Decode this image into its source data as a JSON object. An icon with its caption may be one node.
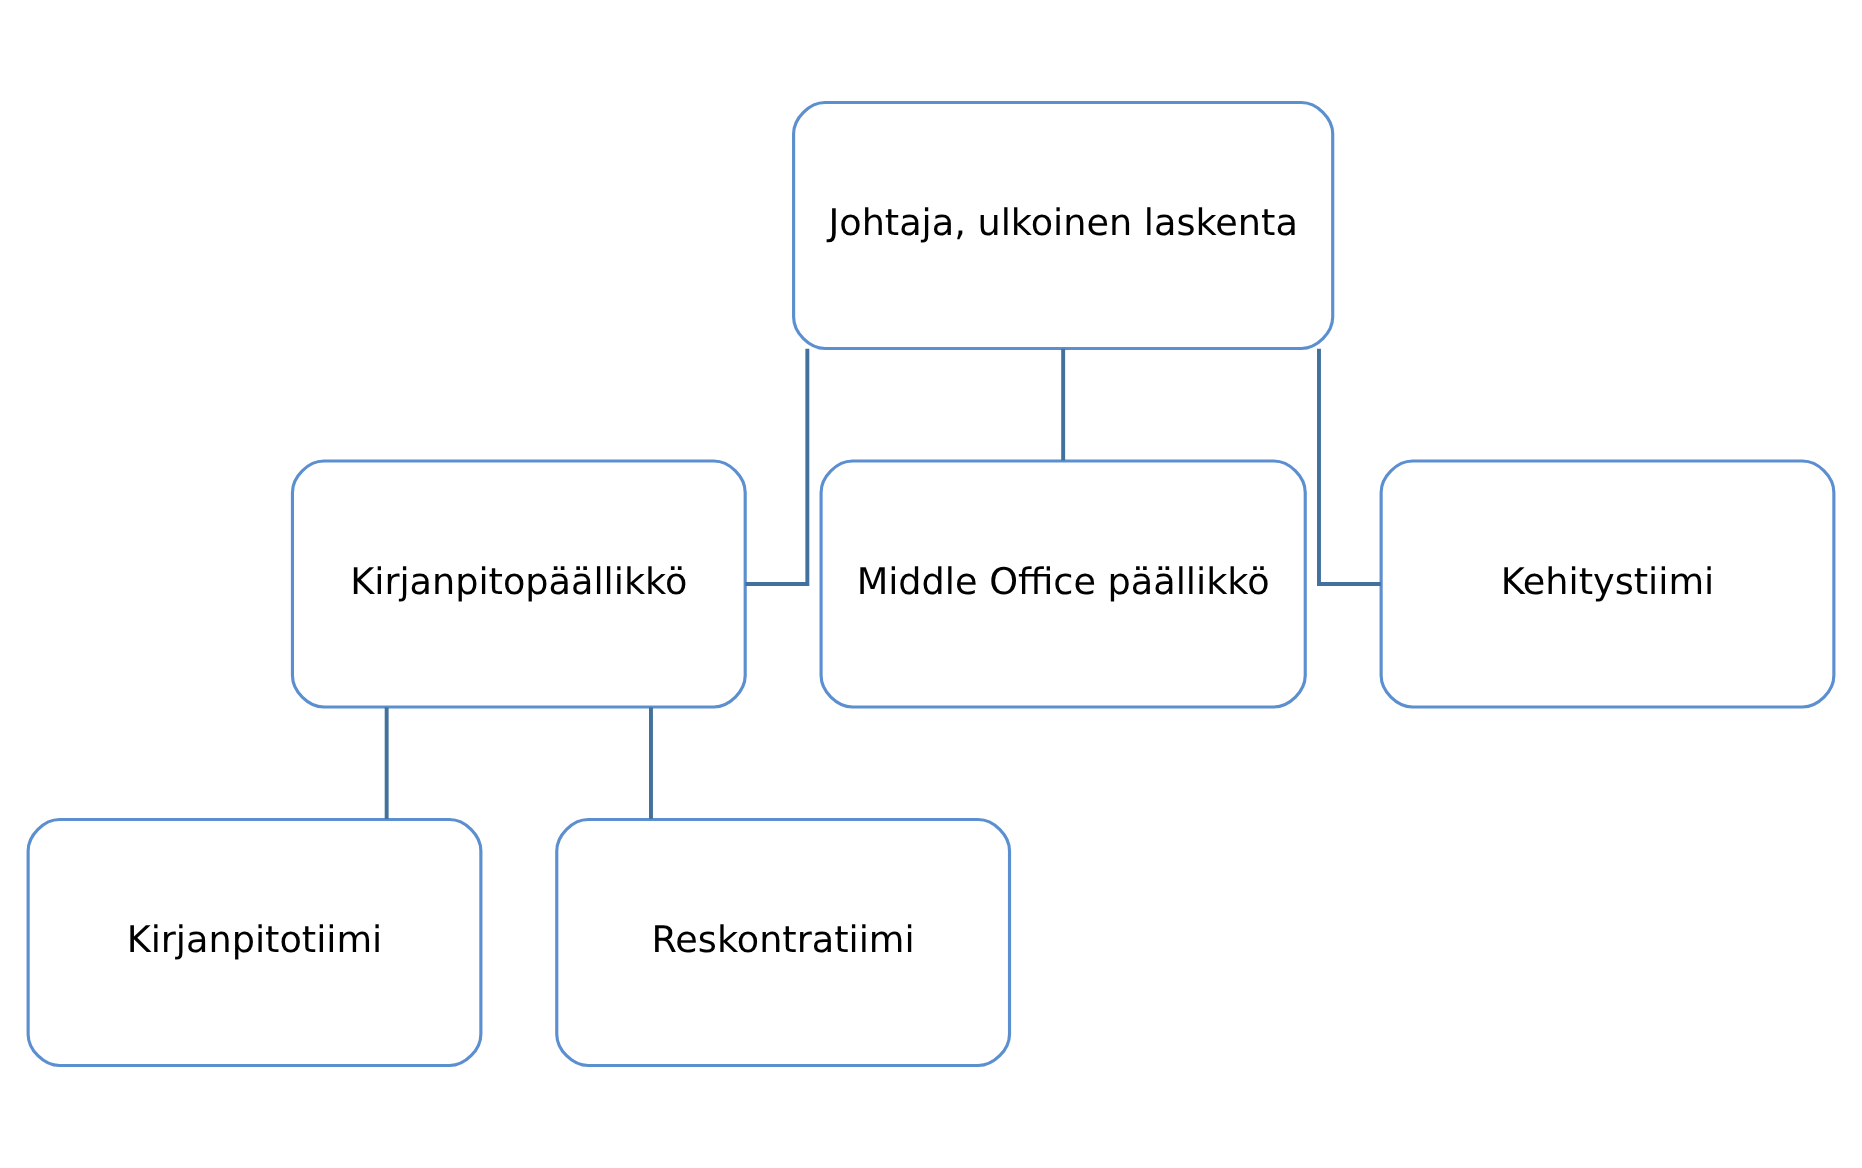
{
  "diagram": {
    "nodes": [
      {
        "text": [
          "Johtaja, ulkoinen laskenta"
        ]
      },
      {
        "text": [
          "Kirjanpitopäällikkö"
        ]
      },
      {
        "text": [
          "Middle Office päällikkö"
        ]
      },
      {
        "text": [
          "Kehitystiimi"
        ]
      },
      {
        "text": [
          "Kirjanpitotiimi"
        ]
      },
      {
        "text": [
          "Reskontratiimi"
        ]
      }
    ],
    "edges": [
      {
        "from": 0,
        "to": 1,
        "arrow": "none"
      },
      {
        "from": 0,
        "to": 2,
        "arrow": "none"
      },
      {
        "from": 0,
        "to": 3,
        "arrow": "none"
      },
      {
        "from": 1,
        "to": 4,
        "arrow": "none"
      },
      {
        "from": 1,
        "to": 5,
        "arrow": "none"
      }
    ]
  }
}
